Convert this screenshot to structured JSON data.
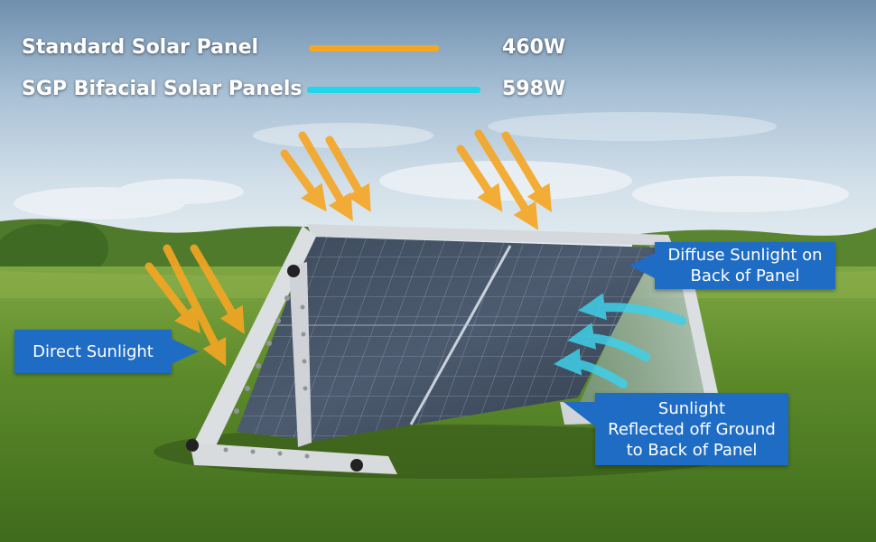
{
  "legend": {
    "standard": {
      "label": "Standard Solar Panel",
      "value": "460W",
      "color": "#f5a623"
    },
    "bifacial": {
      "label": "SGP Bifacial Solar Panels",
      "value": "598W",
      "color": "#1fd6ea"
    }
  },
  "callouts": {
    "direct": "Direct Sunlight",
    "diffuse": "Diffuse Sunlight on\nBack of Panel",
    "reflected": "Sunlight\nReflected off Ground\nto Back of Panel"
  },
  "colors": {
    "callout_bg": "#1f6cc4",
    "sun_arrow": "#f5a623",
    "back_arrow": "#3fd0e8"
  }
}
